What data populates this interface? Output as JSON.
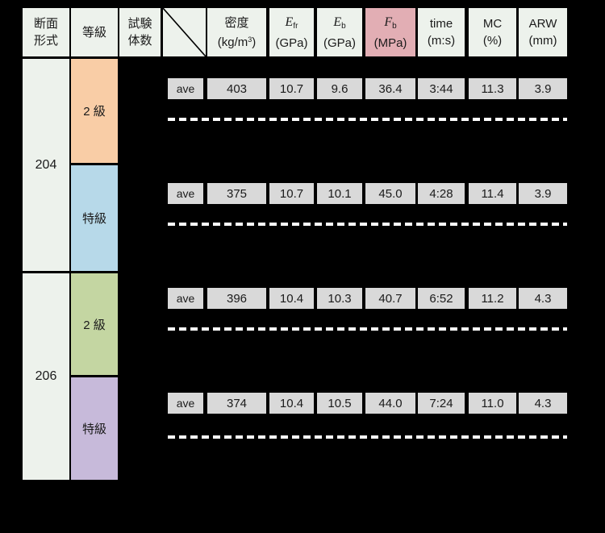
{
  "colors": {
    "background": "#000000",
    "header_cell": "#edf2ec",
    "value_cell": "#d9d9d9",
    "fb_header_pink": "#e2aeb4",
    "grade2_204_orange": "#f9cda6",
    "special_204_blue": "#b7d9e9",
    "grade2_206_green": "#c4d6a2",
    "special_206_purple": "#c7bada",
    "dashed_line": "#ffffff"
  },
  "header": {
    "section": [
      "断面",
      "形式"
    ],
    "grade": "等級",
    "specimens": [
      "試験",
      "体数"
    ],
    "density": {
      "title": "密度",
      "unit_pre": "(kg/m",
      "unit_sup": "3",
      "unit_post": ")"
    },
    "efr": {
      "symbol": "E",
      "sub": "fr",
      "unit": "(GPa)"
    },
    "eb": {
      "symbol": "E",
      "sub": "b",
      "unit": "(GPa)"
    },
    "fb": {
      "symbol": "F",
      "sub": "b",
      "unit": "(MPa)"
    },
    "time": {
      "title": "time",
      "unit": "(m:s)"
    },
    "mc": {
      "title": "MC",
      "unit": "(%)"
    },
    "arw": {
      "title": "ARW",
      "unit": "(mm)"
    }
  },
  "groups": [
    {
      "section": "204",
      "grades": [
        {
          "label": "2 級"
        },
        {
          "label": "特級"
        }
      ]
    },
    {
      "section": "206",
      "grades": [
        {
          "label": "2 級"
        },
        {
          "label": "特級"
        }
      ]
    }
  ],
  "rows": [
    {
      "stat": "ave",
      "density": "403",
      "efr": "10.7",
      "eb": "9.6",
      "fb": "36.4",
      "time": "3:44",
      "mc": "11.3",
      "arw": "3.9"
    },
    {
      "stat": "ave",
      "density": "375",
      "efr": "10.7",
      "eb": "10.1",
      "fb": "45.0",
      "time": "4:28",
      "mc": "11.4",
      "arw": "3.9"
    },
    {
      "stat": "ave",
      "density": "396",
      "efr": "10.4",
      "eb": "10.3",
      "fb": "40.7",
      "time": "6:52",
      "mc": "11.2",
      "arw": "4.3"
    },
    {
      "stat": "ave",
      "density": "374",
      "efr": "10.4",
      "eb": "10.5",
      "fb": "44.0",
      "time": "7:24",
      "mc": "11.0",
      "arw": "4.3"
    }
  ]
}
